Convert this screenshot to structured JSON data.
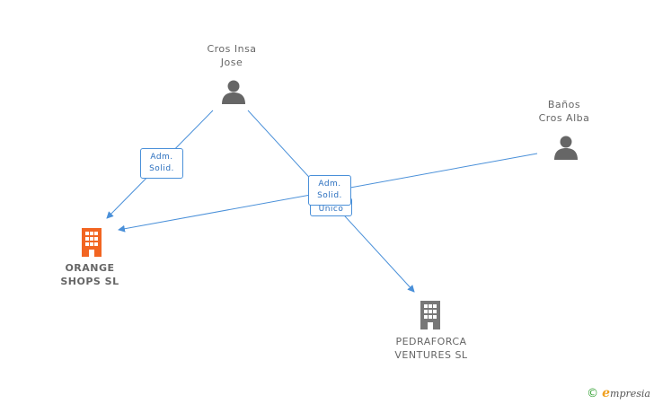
{
  "persons": [
    {
      "id": "cros-insa-jose",
      "lines": [
        "Cros Insa",
        "Jose"
      ]
    },
    {
      "id": "banos-cros-alba",
      "lines": [
        "Baños",
        "Cros Alba"
      ]
    }
  ],
  "companies": [
    {
      "id": "orange-shops",
      "lines": [
        "ORANGE",
        "SHOPS SL"
      ],
      "color": "#f26522"
    },
    {
      "id": "pedraforca",
      "lines": [
        "PEDRAFORCA",
        "VENTURES SL"
      ],
      "color": "#777777"
    }
  ],
  "roles": [
    {
      "id": "role-1",
      "lines": [
        "Adm.",
        "Solid."
      ]
    },
    {
      "id": "role-2-back",
      "lines": [
        "Unico"
      ]
    },
    {
      "id": "role-2",
      "lines": [
        "Adm.",
        "Solid."
      ]
    }
  ],
  "colors": {
    "edge": "#4a90d9",
    "person_icon": "#666666",
    "company_main": "#f26522",
    "company_other": "#777777"
  },
  "footer": {
    "copyright_symbol": "©",
    "brand_initial": "e",
    "brand_rest": "mpresia"
  }
}
